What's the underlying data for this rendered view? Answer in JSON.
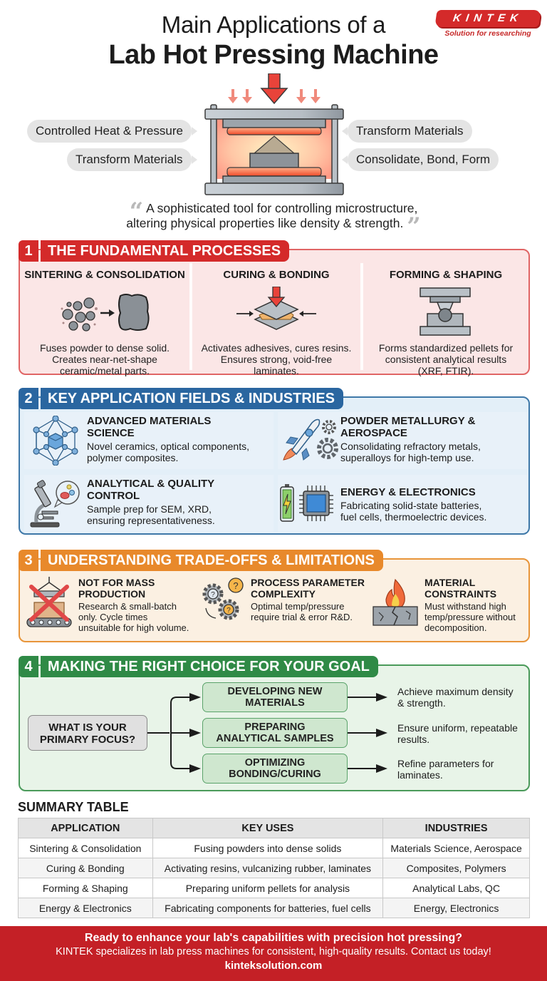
{
  "header": {
    "title_line1": "Main Applications of a",
    "title_line2": "Lab Hot Pressing Machine"
  },
  "logo": {
    "brand": "KINTEK",
    "tagline": "Solution for researching",
    "color": "#d42a2a"
  },
  "hero": {
    "labels_left": [
      "Controlled Heat & Pressure",
      "Transform Materials"
    ],
    "labels_right": [
      "Transform Materials",
      "Consolidate, Bond, Form"
    ],
    "quote_line1": "A sophisticated tool for controlling microstructure,",
    "quote_line2": "altering physical properties like density & strength.",
    "quote_open": "“",
    "quote_close": "”"
  },
  "section1": {
    "number": "1",
    "title": "THE FUNDAMENTAL PROCESSES",
    "color": "#d42a2a",
    "items": [
      {
        "title": "SINTERING & CONSOLIDATION",
        "icon": "powder-to-solid-icon",
        "desc_lines": [
          "Fuses powder to dense solid.",
          "Creates near-net-shape",
          "ceramic/metal parts."
        ]
      },
      {
        "title": "CURING & BONDING",
        "icon": "laminate-press-icon",
        "desc_lines": [
          "Activates adhesives, cures resins.",
          "Ensures strong, void-free",
          "laminates."
        ]
      },
      {
        "title": "FORMING & SHAPING",
        "icon": "pellet-die-icon",
        "desc_lines": [
          "Forms standardized pellets for",
          "consistent analytical results",
          "(XRF, FTIR)."
        ]
      }
    ]
  },
  "section2": {
    "number": "2",
    "title": "KEY APPLICATION FIELDS & INDUSTRIES",
    "color": "#2a66a0",
    "items": [
      {
        "title_lines": [
          "ADVANCED MATERIALS",
          "SCIENCE"
        ],
        "icon": "crystal-lattice-icon",
        "desc_lines": [
          "Novel ceramics, optical components,",
          "polymer composites."
        ]
      },
      {
        "title_lines": [
          "POWDER METALLURGY &",
          "AEROSPACE"
        ],
        "icon": "rocket-gears-icon",
        "desc_lines": [
          "Consolidating refractory metals,",
          "superalloys for high-temp use."
        ]
      },
      {
        "title_lines": [
          "ANALYTICAL & QUALITY",
          "CONTROL"
        ],
        "icon": "microscope-icon",
        "desc_lines": [
          "Sample prep for SEM, XRD,",
          "ensuring representativeness."
        ]
      },
      {
        "title_lines": [
          "ENERGY & ELECTRONICS"
        ],
        "icon": "battery-chip-icon",
        "desc_lines": [
          "Fabricating solid-state batteries,",
          "fuel cells, thermoelectric devices."
        ]
      }
    ]
  },
  "section3": {
    "number": "3",
    "title": "UNDERSTANDING TRADE-OFFS & LIMITATIONS",
    "color": "#e8892b",
    "items": [
      {
        "title_lines": [
          "NOT FOR MASS",
          "PRODUCTION"
        ],
        "icon": "no-conveyor-icon",
        "desc_lines": [
          "Research & small-batch",
          "only. Cycle times",
          "unsuitable for high volume."
        ]
      },
      {
        "title_lines": [
          "PROCESS PARAMETER",
          "COMPLEXITY"
        ],
        "icon": "gears-question-icon",
        "desc_lines": [
          "Optimal temp/pressure",
          "require trial & error R&D."
        ]
      },
      {
        "title_lines": [
          "MATERIAL",
          "CONSTRAINTS"
        ],
        "icon": "fire-crack-icon",
        "desc_lines": [
          "Must withstand high",
          "temp/pressure without",
          "decomposition."
        ]
      }
    ]
  },
  "section4": {
    "number": "4",
    "title": "MAKING THE RIGHT CHOICE FOR YOUR GOAL",
    "color": "#2f8a46",
    "question_lines": [
      "WHAT IS YOUR",
      "PRIMARY FOCUS?"
    ],
    "options": [
      {
        "label_lines": [
          "DEVELOPING NEW",
          "MATERIALS"
        ],
        "outcome_lines": [
          "Achieve maximum density",
          "& strength."
        ]
      },
      {
        "label_lines": [
          "PREPARING",
          "ANALYTICAL SAMPLES"
        ],
        "outcome_lines": [
          "Ensure uniform, repeatable",
          "results."
        ]
      },
      {
        "label_lines": [
          "OPTIMIZING",
          "BONDING/CURING"
        ],
        "outcome_lines": [
          "Refine parameters for",
          "laminates."
        ]
      }
    ]
  },
  "summary_table": {
    "title": "SUMMARY TABLE",
    "headers": [
      "APPLICATION",
      "KEY USES",
      "INDUSTRIES"
    ],
    "rows": [
      [
        "Sintering & Consolidation",
        "Fusing powders into dense solids",
        "Materials Science, Aerospace"
      ],
      [
        "Curing & Bonding",
        "Activating resins, vulcanizing rubber, laminates",
        "Composites, Polymers"
      ],
      [
        "Forming & Shaping",
        "Preparing uniform pellets for analysis",
        "Analytical Labs, QC"
      ],
      [
        "Energy & Electronics",
        "Fabricating components for batteries, fuel cells",
        "Energy, Electronics"
      ]
    ]
  },
  "footer": {
    "headline": "Ready to enhance your lab's capabilities with precision hot pressing?",
    "body": "KINTEK specializes in lab press machines for consistent, high-quality results. Contact us today!",
    "link": "kinteksolution.com",
    "color": "#c42026"
  }
}
